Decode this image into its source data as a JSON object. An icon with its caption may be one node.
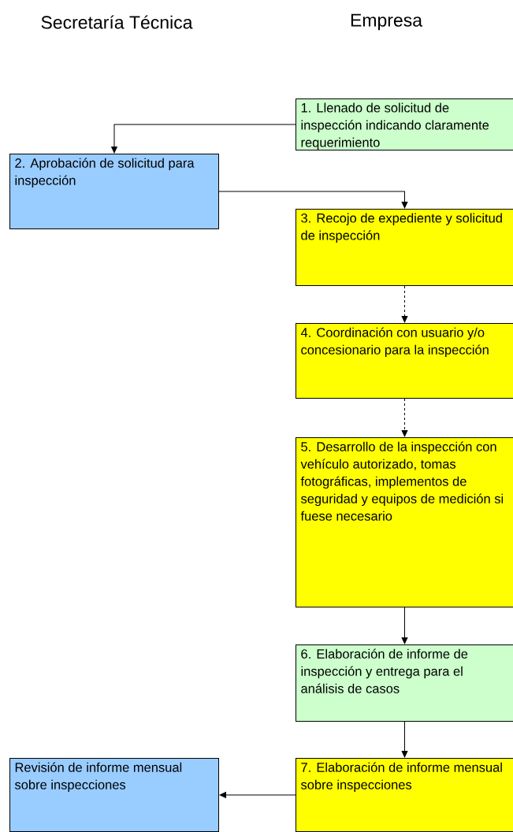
{
  "diagram": {
    "nodes": [
      {
        "text": [
          "1. Llenado de solicitud de inspección indicando claramente requerimiento"
        ]
      },
      {
        "text": [
          "2. Aprobación de solicitud para inspección"
        ]
      },
      {
        "text": [
          "3. Recojo de expediente y solicitud de inspección"
        ]
      },
      {
        "text": [
          "4. Coordinación con usuario y/o concesionario para la inspección"
        ]
      },
      {
        "text": [
          "5. Desarrollo de la inspección con vehículo autorizado, tomas fotográficas, implementos de seguridad y equipos de medición si fuese necesario"
        ]
      },
      {
        "text": [
          "6. Elaboración de informe de inspección y entrega para el análisis de casos"
        ]
      },
      {
        "text": [
          "7. Elaboración de informe mensual sobre inspecciones"
        ]
      },
      {
        "text": [
          "Revisión de informe mensual sobre inspecciones"
        ]
      }
    ],
    "edges": [
      {
        "from": 0,
        "to": 1,
        "arrow": "to"
      },
      {
        "from": 1,
        "to": 2,
        "arrow": "to"
      },
      {
        "from": 2,
        "to": 3,
        "arrow": "to",
        "style": "dashed"
      },
      {
        "from": 3,
        "to": 4,
        "arrow": "to",
        "style": "dashed"
      },
      {
        "from": 4,
        "to": 5,
        "arrow": "to"
      },
      {
        "from": 5,
        "to": 6,
        "arrow": "to"
      },
      {
        "from": 6,
        "to": 7,
        "arrow": "to"
      }
    ],
    "labels": [
      "Secretaría Técnica",
      "Empresa"
    ]
  }
}
